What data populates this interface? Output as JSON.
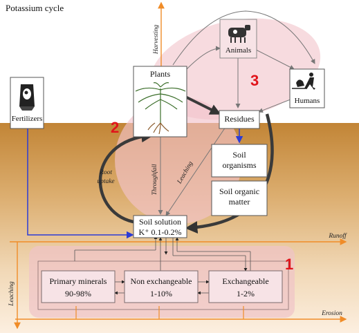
{
  "title": "Potassium cycle",
  "boxes": {
    "fertilizers": "Fertilizers",
    "plants": "Plants",
    "animals": "Animals",
    "humans": "Humans",
    "residues": "Residues",
    "soil_organisms": "Soil organisms",
    "soil_organic_matter": "Soil organic matter",
    "soil_solution": "Soil solution",
    "soil_solution_value": "K⁺ 0.1-0.2%",
    "primary_minerals": "Primary minerals",
    "primary_minerals_value": "90-98%",
    "non_exchangeable": "Non exchangeable",
    "non_exchangeable_value": "1-10%",
    "exchangeable": "Exchangeable",
    "exchangeable_value": "1-2%"
  },
  "flow_labels": {
    "harvesting": "Harvesting",
    "root_uptake_1": "Root",
    "root_uptake_2": "uptake",
    "throughfall": "Throughfall",
    "leaching_mid": "Leaching",
    "runoff": "Runoff",
    "erosion": "Erosion",
    "leaching_left": "Leaching"
  },
  "markers": [
    "1",
    "2",
    "3"
  ],
  "colors": {
    "sky": "#ffffff",
    "soil_top": "#c58a3e",
    "soil_bottom": "#fbeede",
    "box_fill": "#f7e3e6",
    "box_border": "#7a6a6c",
    "pink_zone": "#f2c7cd",
    "orange_line": "#f08c28",
    "blue_line": "#2b3bd6",
    "marker_red": "#e0141b"
  },
  "icons": [
    "fertilizer-bag-icon",
    "plant-icon",
    "cow-icon",
    "humans-icon"
  ]
}
